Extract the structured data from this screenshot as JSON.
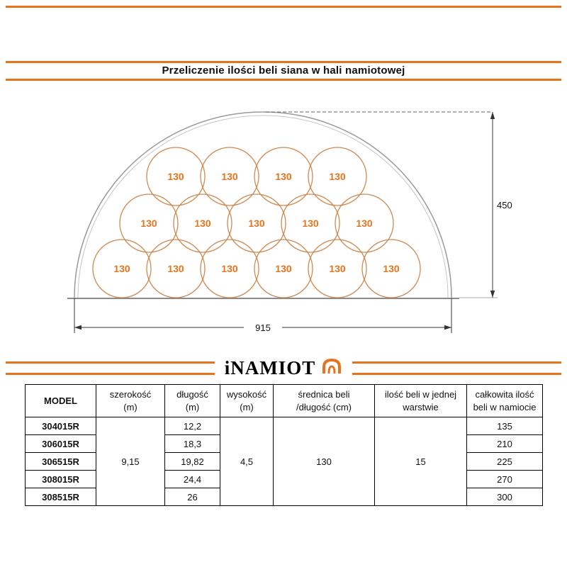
{
  "page": {
    "title": "Przeliczenie ilości beli siana w hali namiotowej"
  },
  "colors": {
    "accent_orange": "#e8731d",
    "bale_outline": "#cd8a52",
    "frame_gray": "#9a9a9a"
  },
  "diagram": {
    "bale_label": "130",
    "width_label": "915",
    "height_label": "450",
    "layers_bottom_to_top": [
      6,
      5,
      4
    ],
    "total_bales": 15
  },
  "logo": {
    "text": "iNAMIOT"
  },
  "table": {
    "headers": {
      "model": "MODEL",
      "szerokosc": [
        "szerokość",
        "(m)"
      ],
      "dlugosc": [
        "długość",
        "(m)"
      ],
      "wysokosc": [
        "wysokość",
        "(m)"
      ],
      "srednica": [
        "średnica beli",
        "/długość (cm)"
      ],
      "ilosc_warstwa": [
        "ilość beli w jednej",
        "warstwie"
      ],
      "calkowita": [
        "całkowita ilość",
        "beli w namiocie"
      ]
    },
    "shared": {
      "szerokosc": "9,15",
      "wysokosc": "4,5",
      "srednica": "130",
      "ilosc_warstwa": "15"
    },
    "rows": [
      {
        "model": "304015R",
        "dlugosc": "12,2",
        "total": "135"
      },
      {
        "model": "306015R",
        "dlugosc": "18,3",
        "total": "210"
      },
      {
        "model": "306515R",
        "dlugosc": "19,82",
        "total": "225"
      },
      {
        "model": "308015R",
        "dlugosc": "24,4",
        "total": "270"
      },
      {
        "model": "308515R",
        "dlugosc": "26",
        "total": "300"
      }
    ]
  }
}
